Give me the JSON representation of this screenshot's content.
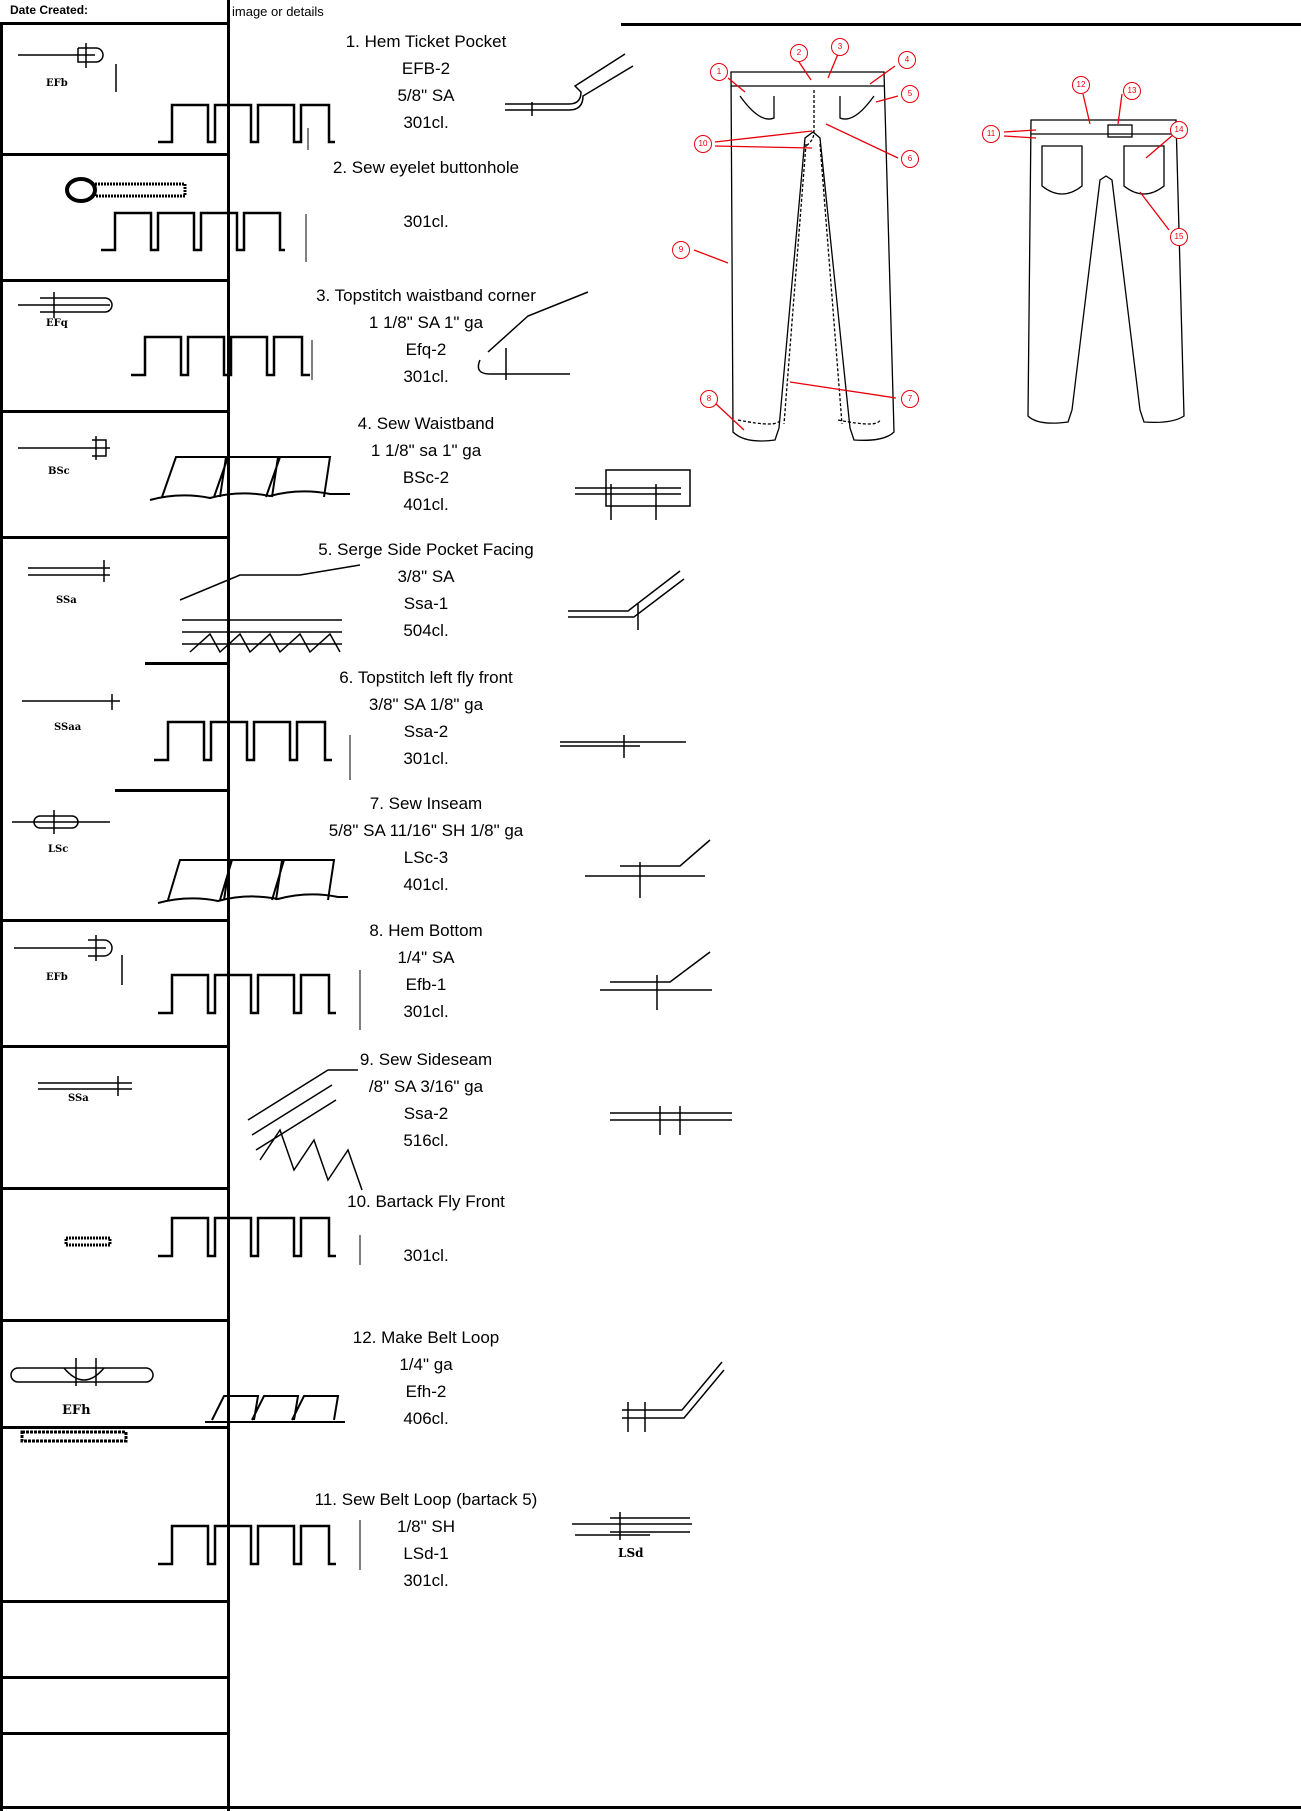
{
  "header": {
    "date_created_label": "Date Created:",
    "detail_label": "image or details"
  },
  "steps": [
    {
      "title": "1.  Hem Ticket Pocket",
      "lines": [
        "EFB-2",
        "5/8\" SA",
        "301cl."
      ],
      "symbol_code": "EFb"
    },
    {
      "title": "2. Sew eyelet buttonhole",
      "lines": [
        "",
        "",
        "301cl."
      ],
      "symbol_code": ""
    },
    {
      "title": "3. Topstitch waistband corner",
      "lines": [
        "1 1/8\" SA 1\" ga",
        "Efq-2",
        "301cl."
      ],
      "symbol_code": "EFq"
    },
    {
      "title": "4. Sew Waistband",
      "lines": [
        "1 1/8\" sa  1\" ga",
        "BSc-2",
        "401cl."
      ],
      "symbol_code": "BSc"
    },
    {
      "title": "5. Serge Side Pocket Facing",
      "lines": [
        "3/8\" SA",
        "Ssa-1",
        "504cl."
      ],
      "symbol_code": "SSa"
    },
    {
      "title": "6. Topstitch left fly front",
      "lines": [
        "3/8\" SA 1/8\" ga",
        "Ssa-2",
        "301cl."
      ],
      "symbol_code": "SSaa"
    },
    {
      "title": "7. Sew Inseam",
      "lines": [
        "5/8\" SA 11/16\" SH  1/8\" ga",
        "LSc-3",
        "401cl."
      ],
      "symbol_code": "LSc"
    },
    {
      "title": "8. Hem Bottom",
      "lines": [
        "1/4\" SA",
        "Efb-1",
        "301cl."
      ],
      "symbol_code": "EFb"
    },
    {
      "title": "9. Sew Sideseam",
      "lines": [
        "/8\" SA 3/16\" ga",
        "Ssa-2",
        "516cl."
      ],
      "symbol_code": "SSa"
    },
    {
      "title": "10. Bartack Fly Front",
      "lines": [
        "",
        "301cl.",
        ""
      ],
      "symbol_code": ""
    },
    {
      "title": "12. Make Belt Loop",
      "lines": [
        "1/4\" ga",
        "Efh-2",
        "406cl."
      ],
      "symbol_code": "EFh"
    },
    {
      "title": "11. Sew Belt Loop (bartack 5)",
      "lines": [
        "1/8\" SH",
        "LSd-1",
        "301cl."
      ],
      "symbol_code": ""
    }
  ],
  "extra_code": "LSd",
  "callouts_front": [
    "1",
    "2",
    "3",
    "4",
    "5",
    "6",
    "7",
    "8",
    "9",
    "10"
  ],
  "callouts_back": [
    "11",
    "12",
    "13",
    "14",
    "15"
  ],
  "colors": {
    "callout": "#e8000b",
    "line": "#000000"
  }
}
